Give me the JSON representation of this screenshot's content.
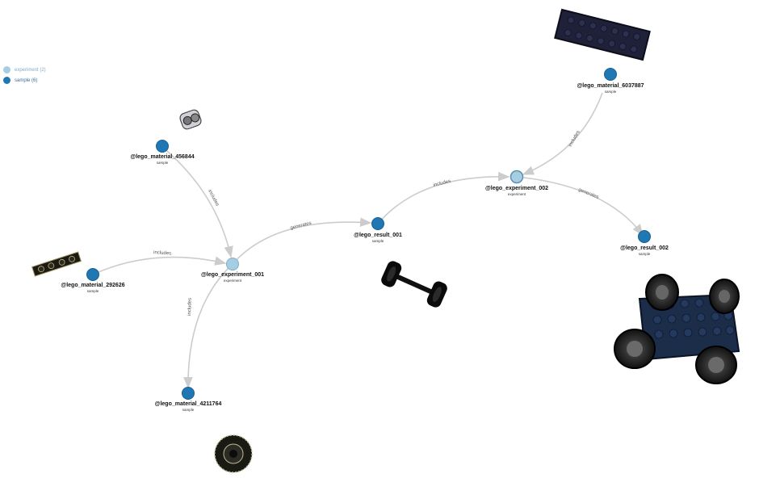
{
  "legend": [
    {
      "label": "experiment (2)",
      "color": "#a6cee3",
      "text_color": "#8aa8c0"
    },
    {
      "label": "sample (6)",
      "color": "#1f78b4",
      "text_color": "#3a6f9c"
    }
  ],
  "colors": {
    "experiment": "#a6cee3",
    "sample": "#1f78b4",
    "edge": "#cccccc"
  },
  "nodes": {
    "lego_material_456844": {
      "name": "@lego_material_456844",
      "type": "sample",
      "kind": "sample"
    },
    "lego_material_292626": {
      "name": "@lego_material_292626",
      "type": "sample",
      "kind": "sample"
    },
    "lego_experiment_001": {
      "name": "@lego_experiment_001",
      "type": "experiment",
      "kind": "experiment"
    },
    "lego_material_4211764": {
      "name": "@lego_material_4211764",
      "type": "sample",
      "kind": "sample"
    },
    "lego_result_001": {
      "name": "@lego_result_001",
      "type": "sample",
      "kind": "sample"
    },
    "lego_experiment_002": {
      "name": "@lego_experiment_002",
      "type": "experiment",
      "kind": "experiment"
    },
    "lego_material_6037887": {
      "name": "@lego_material_6037887",
      "type": "sample",
      "kind": "sample"
    },
    "lego_result_002": {
      "name": "@lego_result_002",
      "type": "sample",
      "kind": "sample"
    }
  },
  "edges": [
    {
      "from": "lego_material_456844",
      "to": "lego_experiment_001",
      "label": "includes"
    },
    {
      "from": "lego_material_292626",
      "to": "lego_experiment_001",
      "label": "includes"
    },
    {
      "from": "lego_experiment_001",
      "to": "lego_material_4211764",
      "label": "includes"
    },
    {
      "from": "lego_experiment_001",
      "to": "lego_result_001",
      "label": "generates"
    },
    {
      "from": "lego_result_001",
      "to": "lego_experiment_002",
      "label": "includes"
    },
    {
      "from": "lego_material_6037887",
      "to": "lego_experiment_002",
      "label": "includes"
    },
    {
      "from": "lego_experiment_002",
      "to": "lego_result_002",
      "label": "generates"
    }
  ]
}
